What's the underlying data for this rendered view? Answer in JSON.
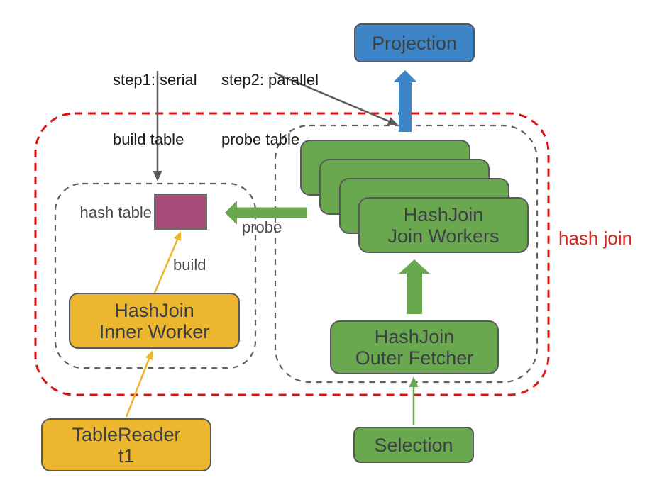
{
  "annotations": {
    "step1_line1": "step1: serial",
    "step1_line2": "build table",
    "step2_line1": "step2: parallel",
    "step2_line2": "probe table",
    "region_label": "hash join",
    "hash_table_label": "hash table",
    "build_label": "build",
    "probe_label": "probe"
  },
  "nodes": {
    "projection": {
      "label": "Projection",
      "color": "#3d85c6"
    },
    "join_workers": {
      "line1": "HashJoin",
      "line2": "Join Workers",
      "color": "#6aa84f",
      "stack_count": 4
    },
    "outer_fetcher": {
      "line1": "HashJoin",
      "line2": "Outer Fetcher",
      "color": "#6aa84f"
    },
    "selection": {
      "label": "Selection",
      "color": "#6aa84f"
    },
    "inner_worker": {
      "line1": "HashJoin",
      "line2": "Inner Worker",
      "color": "#ecb62e"
    },
    "table_reader": {
      "line1": "TableReader",
      "line2": "t1",
      "color": "#ecb62e"
    },
    "hash_table_box": {
      "color": "#a64d79"
    }
  },
  "colors": {
    "region_border_red": "#dc1212",
    "inner_region_border_gray": "#606060",
    "arrow_dark": "#5a5a5a",
    "arrow_yellow": "#edb52d",
    "arrow_green": "#6aa84f",
    "arrow_blue": "#3d85c6",
    "annotation_text": "#1c1c1c",
    "region_label_red": "#d3261b",
    "node_text": "#3c4045"
  }
}
